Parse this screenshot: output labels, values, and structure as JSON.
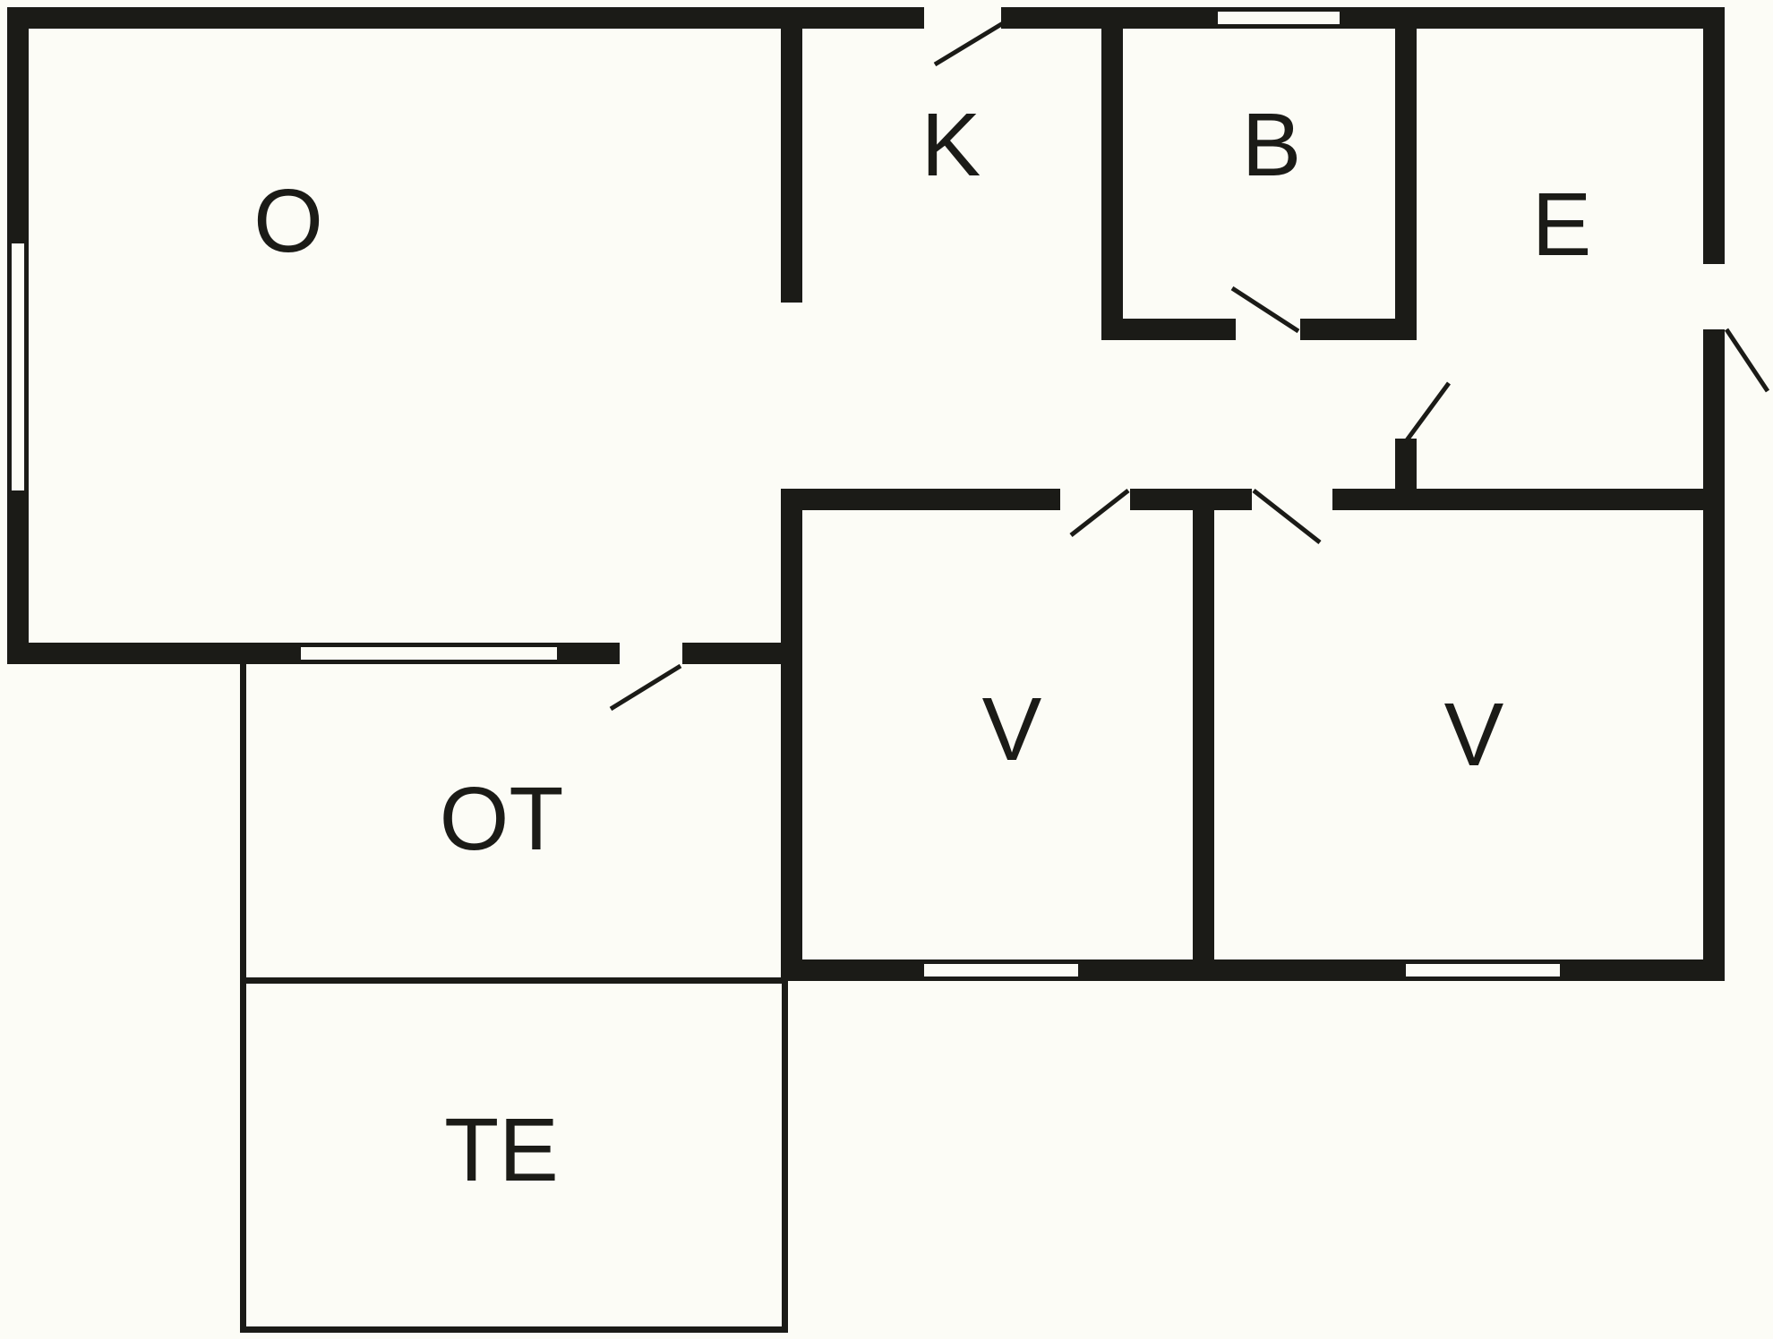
{
  "document": {
    "type": "floor-plan"
  },
  "colors": {
    "background": "#fcfcf6",
    "wall": "#1b1b17"
  },
  "rooms": [
    {
      "label": "O"
    },
    {
      "label": "K"
    },
    {
      "label": "B"
    },
    {
      "label": "E"
    },
    {
      "label": "V"
    },
    {
      "label": "V"
    },
    {
      "label": "OT"
    },
    {
      "label": "TE"
    }
  ]
}
